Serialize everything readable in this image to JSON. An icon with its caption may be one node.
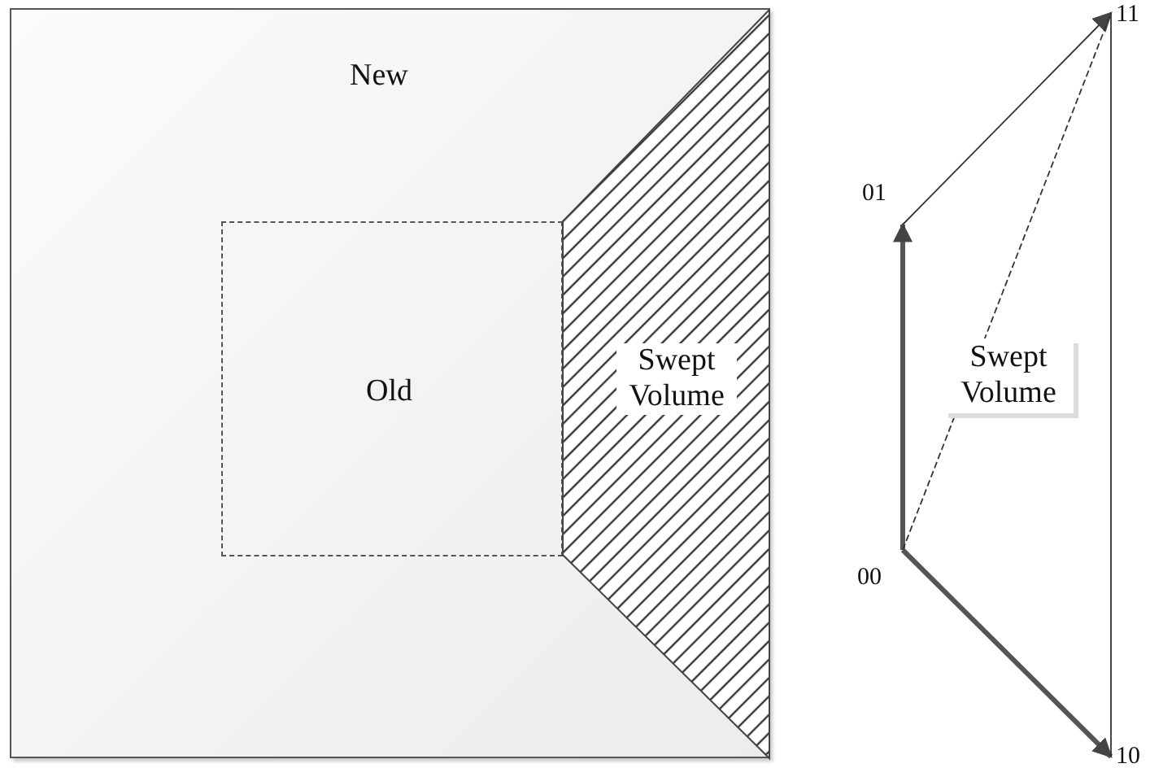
{
  "diagram": {
    "nodes": [
      {
        "text": [
          "New"
        ]
      },
      {
        "text": [
          "Old"
        ],
        "in": 0
      },
      {
        "text": [
          "Swept Volume"
        ],
        "in": 0
      },
      {
        "text": [
          "00"
        ]
      },
      {
        "text": [
          "01"
        ]
      },
      {
        "text": [
          "11"
        ]
      },
      {
        "text": [
          "10"
        ]
      }
    ],
    "edges": [
      {
        "from": 3,
        "to": 4,
        "arrow": "to",
        "style": "thick"
      },
      {
        "from": 4,
        "to": 5,
        "arrow": "to"
      },
      {
        "from": 3,
        "to": 5,
        "arrow": "none",
        "style": "dashed"
      },
      {
        "from": 3,
        "to": 6,
        "arrow": "to",
        "style": "thick"
      },
      {
        "from": 6,
        "to": 5,
        "arrow": "none"
      }
    ],
    "labels": [
      "Swept Volume"
    ]
  }
}
